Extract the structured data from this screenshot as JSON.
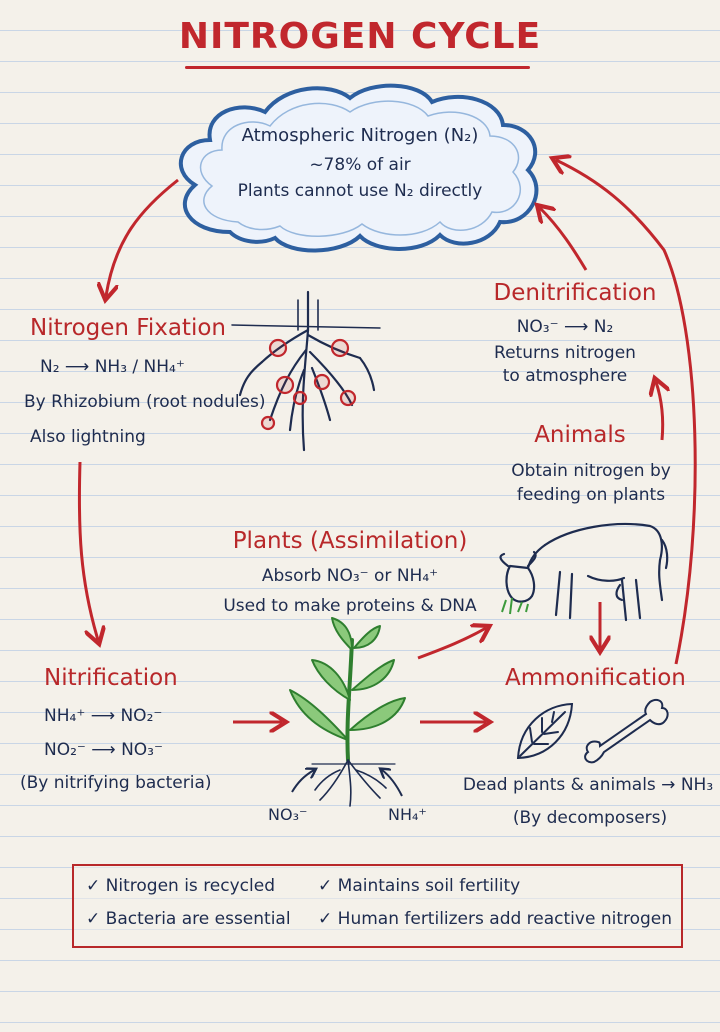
{
  "title": "NITROGEN CYCLE",
  "atmosphere": {
    "heading": "Atmospheric Nitrogen (N₂)",
    "line2": "~78% of air",
    "line3": "Plants cannot use N₂ directly"
  },
  "fixation": {
    "heading": "Nitrogen Fixation",
    "equation": "N₂ ⟶ NH₃ / NH₄⁺",
    "line2": "By Rhizobium (root nodules)",
    "line3": "Also lightning"
  },
  "denitrification": {
    "heading": "Denitrification",
    "equation": "NO₃⁻ ⟶ N₂",
    "line2": "Returns nitrogen",
    "line3": "to atmosphere"
  },
  "animals": {
    "heading": "Animals",
    "line1": "Obtain nitrogen by",
    "line2": "feeding on plants"
  },
  "plants": {
    "heading": "Plants (Assimilation)",
    "line1": "Absorb NO₃⁻ or NH₄⁺",
    "line2": "Used to make proteins & DNA"
  },
  "nitrification": {
    "heading": "Nitrification",
    "eq1": "NH₄⁺ ⟶ NO₂⁻",
    "eq2": "NO₂⁻ ⟶ NO₃⁻",
    "line3": "(By nitrifying bacteria)"
  },
  "ammonification": {
    "heading": "Ammonification",
    "line1": "Dead plants & animals → NH₃",
    "line2": "(By decomposers)"
  },
  "root_labels": {
    "left": "NO₃⁻",
    "right": "NH₄⁺"
  },
  "notes": {
    "check": "✓",
    "n1": "Nitrogen is recycled",
    "n2": "Maintains soil fertility",
    "n3": "Bacteria are essential",
    "n4": "Human fertilizers add reactive nitrogen"
  },
  "colors": {
    "heading_red": "#b8282a",
    "text_navy": "#1e2c4f",
    "cloud_blue": "#2d5fa0",
    "plant_green": "#3c9a3c"
  }
}
